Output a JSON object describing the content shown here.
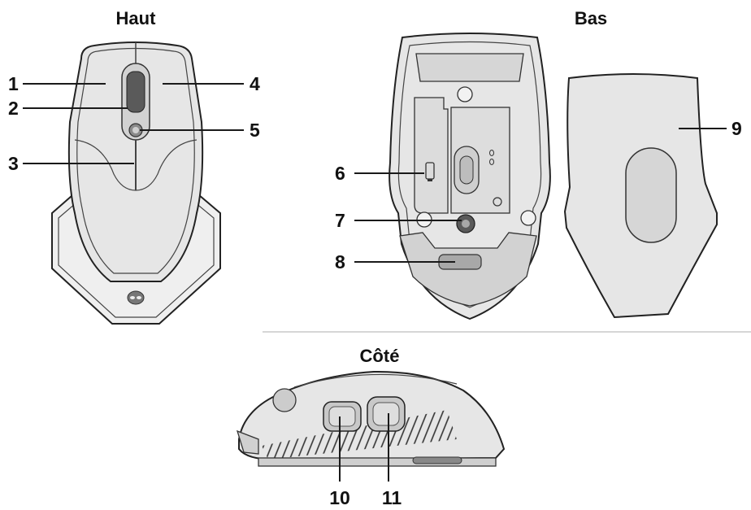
{
  "top": {
    "title": "Haut",
    "callouts": [
      "1",
      "2",
      "3",
      "4",
      "5"
    ]
  },
  "bottom": {
    "title": "Bas",
    "callouts": [
      "6",
      "7",
      "8",
      "9"
    ]
  },
  "side": {
    "title": "Côté",
    "callouts": [
      "10",
      "11"
    ]
  },
  "colors": {
    "body": "#e6e6e6",
    "line": "#1a1a1a",
    "divider": "#c8c8c8"
  }
}
